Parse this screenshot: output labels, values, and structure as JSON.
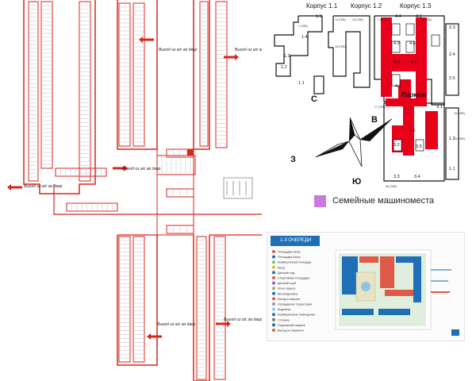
{
  "plan": {
    "exit_label": "Выход из а/с во двор",
    "exits_count": 6
  },
  "site": {
    "corpus_labels": [
      "Корпус 1.1",
      "Корпус 1.2",
      "Корпус 1.3"
    ],
    "parking_label": "Паркинг",
    "compass": {
      "north": "С",
      "east": "В",
      "south": "Ю",
      "west": "З"
    },
    "section_labels": [
      "1.5",
      "1.4",
      "1.3",
      "1.2",
      "1.1",
      "4.4",
      "4.5",
      "4.3",
      "4.6",
      "4.2",
      "4.7",
      "4.1",
      "3.1",
      "3.6",
      "3.2",
      "3.5",
      "3.3",
      "3.4",
      "2.3",
      "2.4",
      "2.5",
      "1.2",
      "1.1"
    ],
    "floor_labels": [
      "1 (7ИБ)",
      "14 (7ИБ)",
      "15 (7ИБ)",
      "7 (7ИБ)",
      "8 (7ИБ)",
      "16 (7ИБ)",
      "17 (7ИБ)",
      "23 (7ИБ)",
      "24 (7ИБ)",
      "26 (7ИБ)"
    ]
  },
  "legend": {
    "label": "Семейные машиноместа",
    "color": "#c979e0"
  },
  "mini_map": {
    "title": "1-3 ОЧЕРЕДИ",
    "legend_items": [
      "Площадка lobby",
      "Площадка lobby",
      "Коммерческая площадь",
      "Вход",
      "Детский сад",
      "Спортивная площадка",
      "Детский клуб",
      "Зона отдыха",
      "Велопарковка",
      "Въезд в паркинг",
      "Ограждение территории",
      "Водоёмы",
      "Коммерческие помещения",
      "Стоянка",
      "Подземный паркинг",
      "Выезд из паркинга"
    ],
    "color_primary": "#1f6fb6",
    "color_accent": "#e05a4a"
  }
}
